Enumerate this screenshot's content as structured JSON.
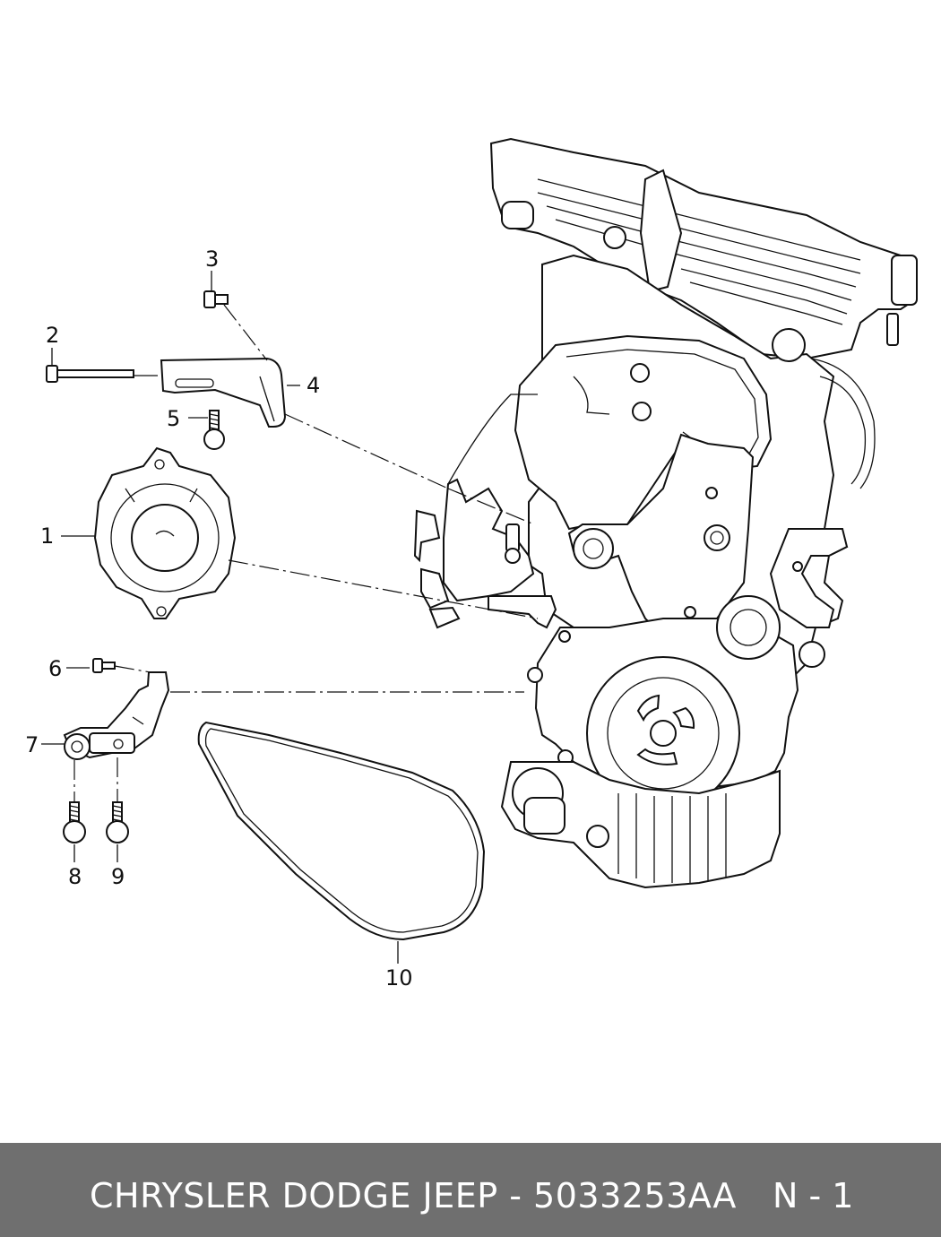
{
  "callouts": {
    "c1": "1",
    "c2": "2",
    "c3": "3",
    "c4": "4",
    "c5": "5",
    "c6": "6",
    "c7": "7",
    "c8": "8",
    "c9": "9",
    "c10": "10"
  },
  "footer": {
    "title": "CHRYSLER DODGE JEEP - 5033253AA",
    "page": "N - 1"
  },
  "colors": {
    "footer_bg": "#6f6f6f",
    "footer_text": "#ffffff",
    "line_art": "#111111"
  }
}
